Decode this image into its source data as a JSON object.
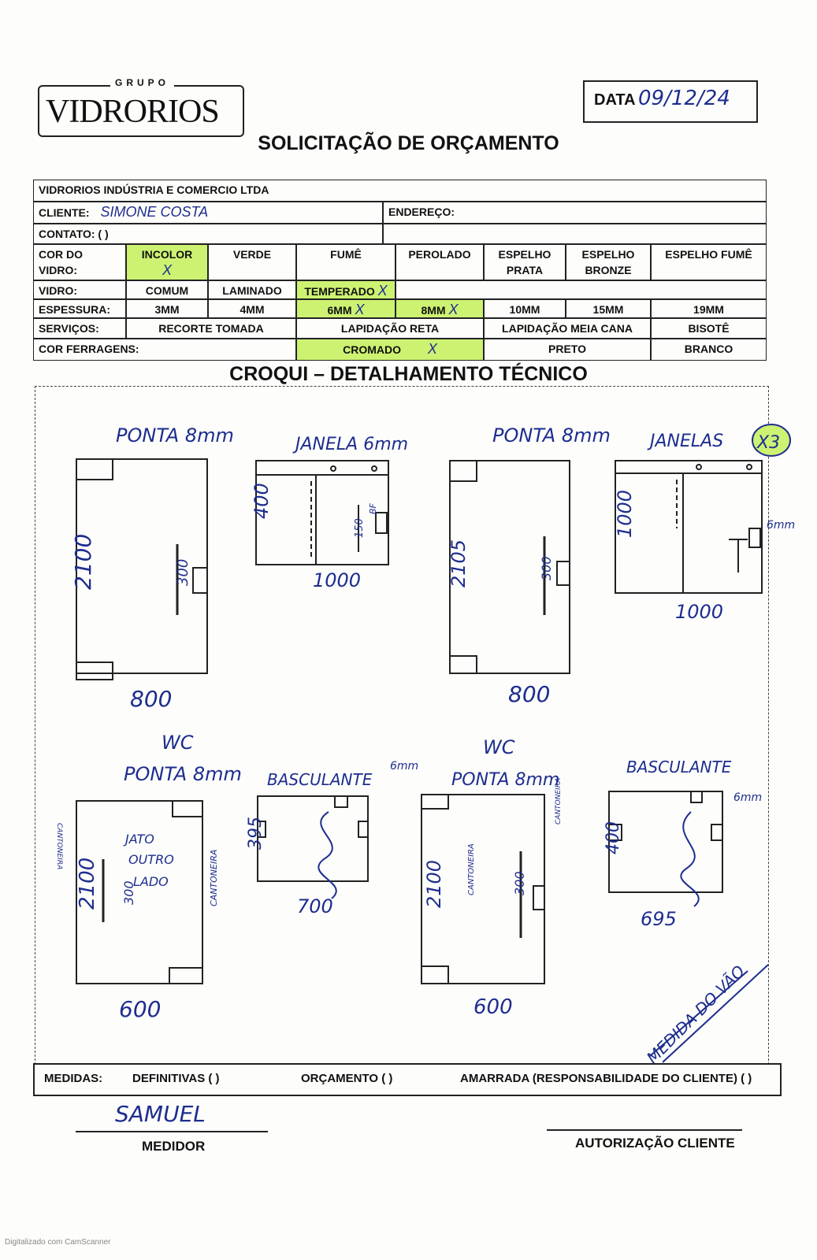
{
  "header": {
    "logo_group": "GRUPO",
    "logo_name": "VIDRORIOS",
    "date_label": "DATA",
    "date_value": "09/12/24",
    "title": "SOLICITAÇÃO DE ORÇAMENTO"
  },
  "form": {
    "company": "VIDRORIOS INDÚSTRIA E COMERCIO LTDA",
    "client_label": "CLIENTE:",
    "client_value": "SIMONE COSTA",
    "address_label": "ENDEREÇO:",
    "contact_label": "CONTATO: (   )",
    "cor_label": "COR DO VIDRO:",
    "cor_options": [
      "INCOLOR",
      "VERDE",
      "FUMÊ",
      "PEROLADO",
      "ESPELHO PRATA",
      "ESPELHO BRONZE",
      "ESPELHO FUMÊ"
    ],
    "vidro_label": "VIDRO:",
    "vidro_options": [
      "COMUM",
      "LAMINADO",
      "TEMPERADO"
    ],
    "espessura_label": "ESPESSURA:",
    "espessura_options": [
      "3MM",
      "4MM",
      "6MM",
      "8MM",
      "10MM",
      "15MM",
      "19MM"
    ],
    "servicos_label": "SERVIÇOS:",
    "servicos_options": [
      "RECORTE TOMADA",
      "LAPIDAÇÃO RETA",
      "LAPIDAÇÃO MEIA CANA",
      "BISOTÊ"
    ],
    "ferragens_label": "COR FERRAGENS:",
    "ferragens_options": [
      "CROMADO",
      "PRETO",
      "BRANCO"
    ],
    "mark": "X",
    "highlight_color": "#cdf272",
    "ink_color": "#1d2d8f"
  },
  "croqui": {
    "title": "CROQUI – DETALHAMENTO TÉCNICO",
    "items": [
      {
        "label": "PONTA 8mm",
        "height": "2100",
        "width": "800",
        "handle": "300"
      },
      {
        "label": "JANELA 6mm",
        "height": "400",
        "width": "1000",
        "inner": "150",
        "inner2": "BF"
      },
      {
        "label": "PONTA 8mm",
        "height": "2105",
        "width": "800",
        "handle": "300"
      },
      {
        "label": "JANELAS",
        "qty": "X3",
        "height": "1000",
        "width": "1000",
        "thick": "6mm"
      },
      {
        "label_top": "WC",
        "label": "PONTA 8mm",
        "height": "2100",
        "width": "600",
        "handle": "300",
        "note1": "JATO",
        "note2": "OUTRO",
        "note3": "LADO",
        "side1": "CANTONEIRA",
        "side2": "CANTONEIRA"
      },
      {
        "label": "BASCULANTE",
        "thick": "6mm",
        "height": "395",
        "width": "700"
      },
      {
        "label_top": "WC",
        "label": "PONTA 8mm",
        "height": "2100",
        "width": "600",
        "handle": "300",
        "side1": "CANTONEIRA",
        "side2": "CANTONEIRA"
      },
      {
        "label": "BASCULANTE",
        "thick": "6mm",
        "height": "400",
        "width": "695"
      }
    ],
    "note": "MEDIDA DO VÃO"
  },
  "footer": {
    "medidas_label": "MEDIDAS:",
    "definitivas": "DEFINITIVAS (  )",
    "orcamento": "ORÇAMENTO (  )",
    "amarrada": "AMARRADA (RESPONSABILIDADE DO CLIENTE) (  )",
    "medidor_sign": "SAMUEL",
    "medidor_label": "MEDIDOR",
    "autorizacao_label": "AUTORIZAÇÃO CLIENTE",
    "scanner": "Digitalizado com CamScanner"
  }
}
